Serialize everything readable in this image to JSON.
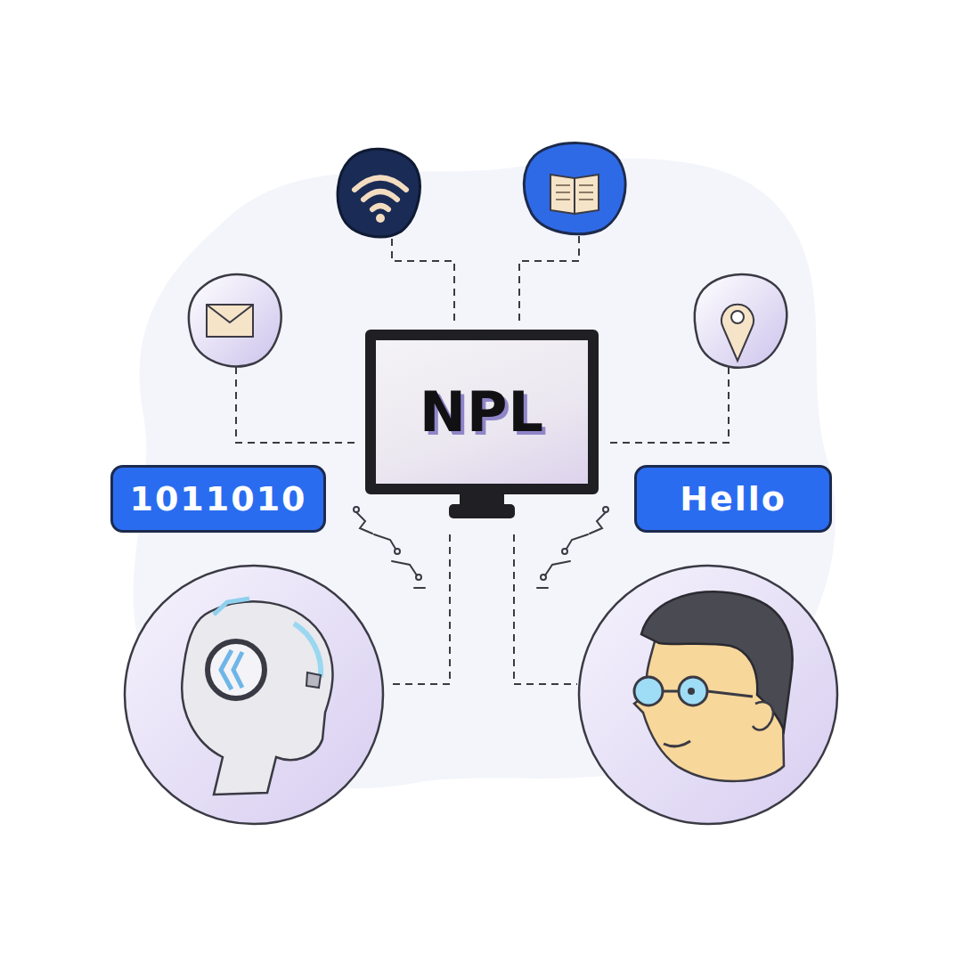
{
  "diagram": {
    "nodes": [
      {
        "text": [
          "NPL"
        ]
      },
      {
        "text": [
          "1011010"
        ]
      },
      {
        "text": [
          "Hello"
        ]
      }
    ]
  }
}
